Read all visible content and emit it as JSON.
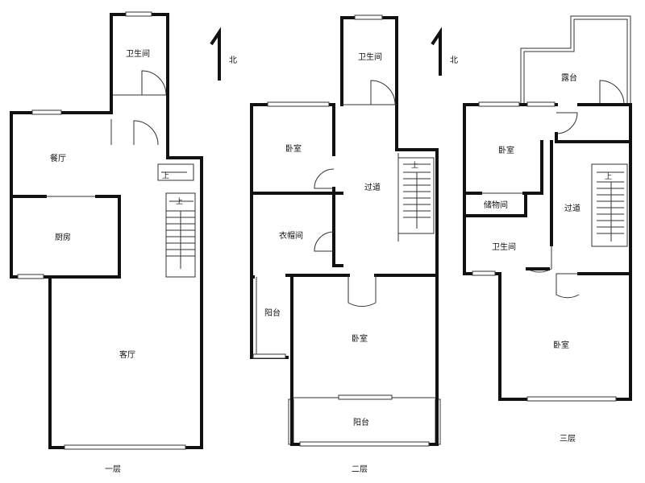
{
  "floors": [
    {
      "label": "一层",
      "north": "北",
      "rooms": {
        "bathroom": "卫生间",
        "dining": "餐厅",
        "kitchen": "厨房",
        "living": "客厅"
      },
      "stairs": {
        "up_a": "上",
        "up_b": "上"
      }
    },
    {
      "label": "二层",
      "north": "北",
      "rooms": {
        "bathroom": "卫生间",
        "bedroom_north": "卧室",
        "corridor": "过道",
        "closet": "衣帽间",
        "balcony_side": "阳台",
        "bedroom_south": "卧室",
        "balcony_south": "阳台"
      },
      "stairs": {
        "up": "上"
      }
    },
    {
      "label": "三层",
      "rooms": {
        "terrace": "露台",
        "bedroom_north": "卧室",
        "storage": "储物间",
        "corridor": "过道",
        "bathroom": "卫生间",
        "bedroom_south": "卧室"
      },
      "stairs": {
        "up": "上"
      }
    }
  ]
}
